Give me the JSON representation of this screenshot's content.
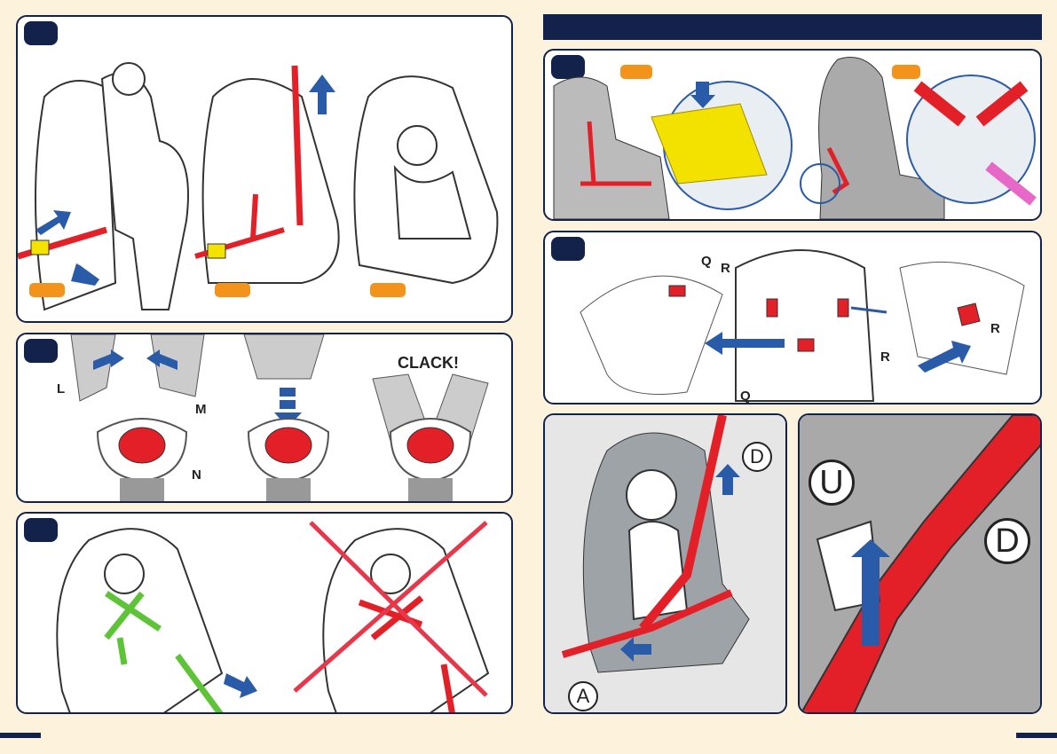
{
  "panels": {
    "left_top": {
      "tags": [
        "",
        "",
        ""
      ]
    },
    "left_mid": {
      "labels": {
        "L": "L",
        "M": "M",
        "N": "N"
      },
      "clack": "CLACK!"
    },
    "left_bottom": {},
    "right_install": {
      "tags": [
        "",
        ""
      ]
    },
    "right_base": {
      "labels": {
        "Q": "Q",
        "R": "R"
      }
    },
    "right_belt": {
      "labels": {
        "A": "A",
        "D": "D"
      }
    },
    "right_guide": {
      "labels": {
        "U": "U",
        "D": "D"
      }
    }
  },
  "colors": {
    "navy": "#12224a",
    "accent": "#f39319",
    "belt": "#e32027",
    "harness_ok": "#5ec437",
    "arrow": "#2a5ba8",
    "background": "#fdf3dd"
  }
}
